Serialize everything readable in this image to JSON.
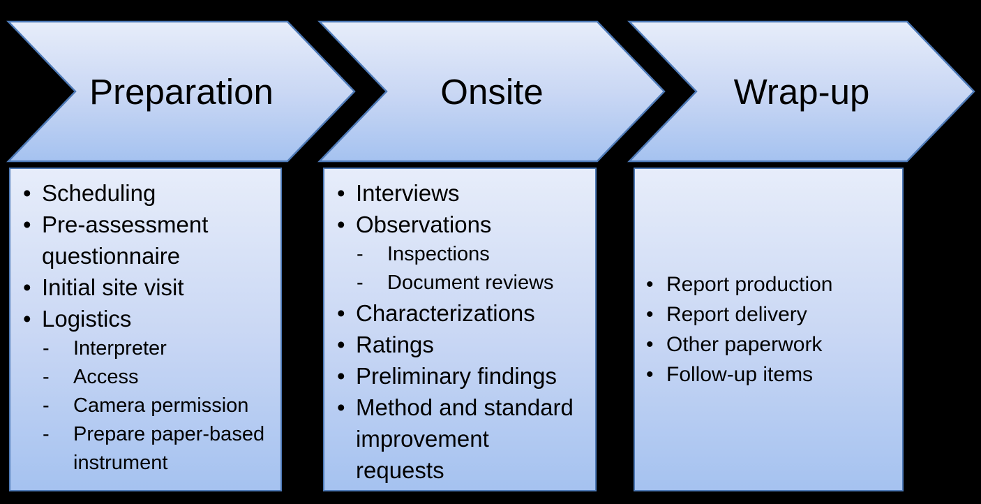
{
  "background": "#000000",
  "colors": {
    "fill_top": "#e7edfa",
    "fill_mid": "#c9d7f4",
    "fill_bottom": "#a5c2f0",
    "border": "#4e7ab7",
    "text": "#000000"
  },
  "icons": {
    "bullet": "•",
    "dash": "-"
  },
  "columns": [
    {
      "header": "Preparation",
      "items": [
        {
          "level": 1,
          "text": "Scheduling"
        },
        {
          "level": 1,
          "text": "Pre-assessment\nquestionnaire"
        },
        {
          "level": 1,
          "text": "Initial site visit"
        },
        {
          "level": 1,
          "text": "Logistics"
        },
        {
          "level": 2,
          "text": "Interpreter"
        },
        {
          "level": 2,
          "text": "Access"
        },
        {
          "level": 2,
          "text": "Camera permission"
        },
        {
          "level": 2,
          "text": "Prepare paper-based\ninstrument"
        }
      ]
    },
    {
      "header": "Onsite",
      "items": [
        {
          "level": 1,
          "text": "Interviews"
        },
        {
          "level": 1,
          "text": "Observations"
        },
        {
          "level": 2,
          "text": "Inspections"
        },
        {
          "level": 2,
          "text": "Document reviews"
        },
        {
          "level": 1,
          "text": "Characterizations"
        },
        {
          "level": 1,
          "text": "Ratings"
        },
        {
          "level": 1,
          "text": "Preliminary findings"
        },
        {
          "level": 1,
          "text": "Method and standard\nimprovement\nrequests"
        }
      ]
    },
    {
      "header": "Wrap-up",
      "items": [
        {
          "level": 1,
          "text": "Report production"
        },
        {
          "level": 1,
          "text": "Report delivery"
        },
        {
          "level": 1,
          "text": "Other paperwork"
        },
        {
          "level": 1,
          "text": "Follow-up items"
        }
      ]
    }
  ]
}
